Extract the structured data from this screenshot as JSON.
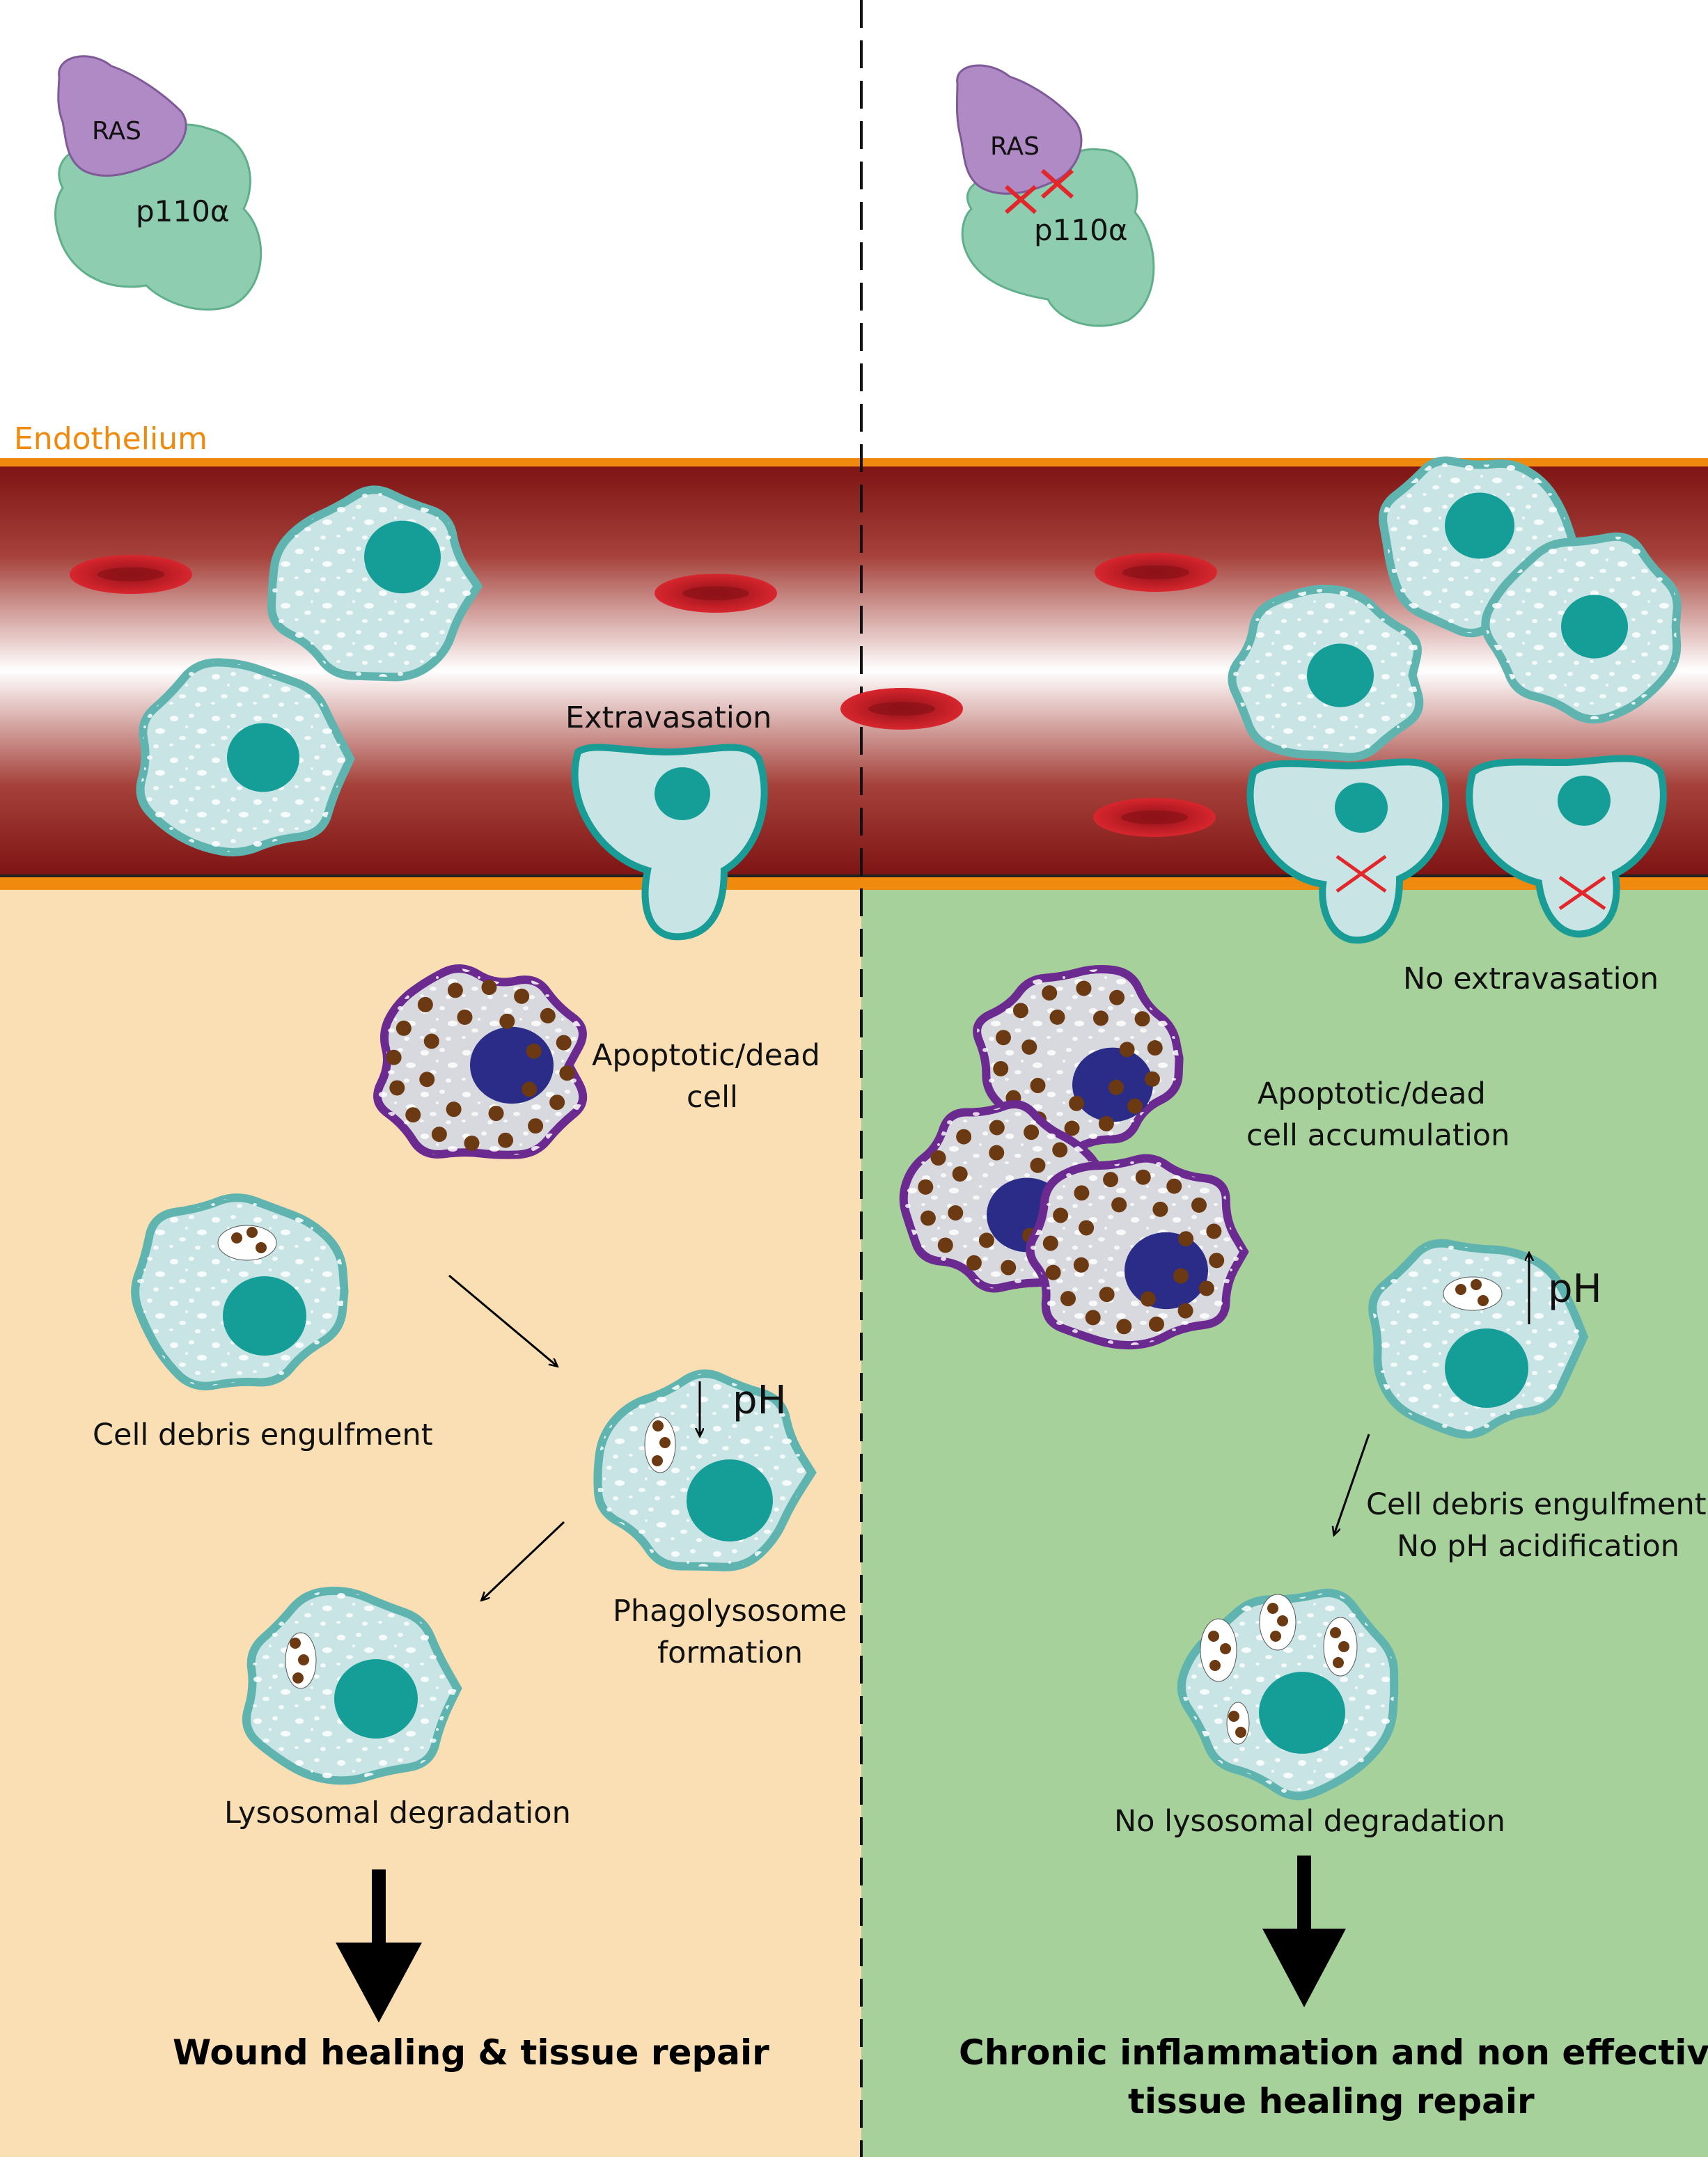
{
  "left_panel": {
    "protein": {
      "ras_label": "RAS",
      "p110_label": "p110α"
    },
    "extravasation_label": "Extravasation",
    "apoptotic_label": [
      "Apoptotic/dead",
      "cell"
    ],
    "engulfment_label": "Cell debris engulfment",
    "ph_label": "pH",
    "phagolysosome_label": [
      "Phagolysosome",
      "formation"
    ],
    "lysosomal_label": "Lysosomal degradation",
    "outcome": "Wound healing & tissue repair",
    "background_color": "#fbdfb4"
  },
  "right_panel": {
    "protein": {
      "ras_label": "RAS",
      "p110_label": "p110α"
    },
    "no_extravasation_label": "No extravasation",
    "apoptotic_label": [
      "Apoptotic/dead",
      "cell accumulation"
    ],
    "ph_label": "pH",
    "engulfment_label": [
      "Cell debris engulfment",
      "No pH acidification"
    ],
    "no_lysosomal_label": "No lysosomal degradation",
    "outcome": [
      "Chronic inflammation and non effective",
      "tissue healing repair"
    ],
    "background_color": "#a7d19b"
  },
  "endothelium_label": "Endothelium",
  "colors": {
    "endothelium": "#ef8a0f",
    "vessel_dark": "#8b1d1d",
    "rbc": "#b81c24",
    "macrophage_fill": "#c9e4e4",
    "macrophage_border": "#5fb4b0",
    "nucleus": "#159e98",
    "dead_cell_border": "#6b2a8f",
    "dead_nucleus": "#2b2c88",
    "granule": "#6b3a12",
    "ras": "#b08ac4",
    "p110": "#8fcdb0",
    "cross": "#e3262a"
  }
}
